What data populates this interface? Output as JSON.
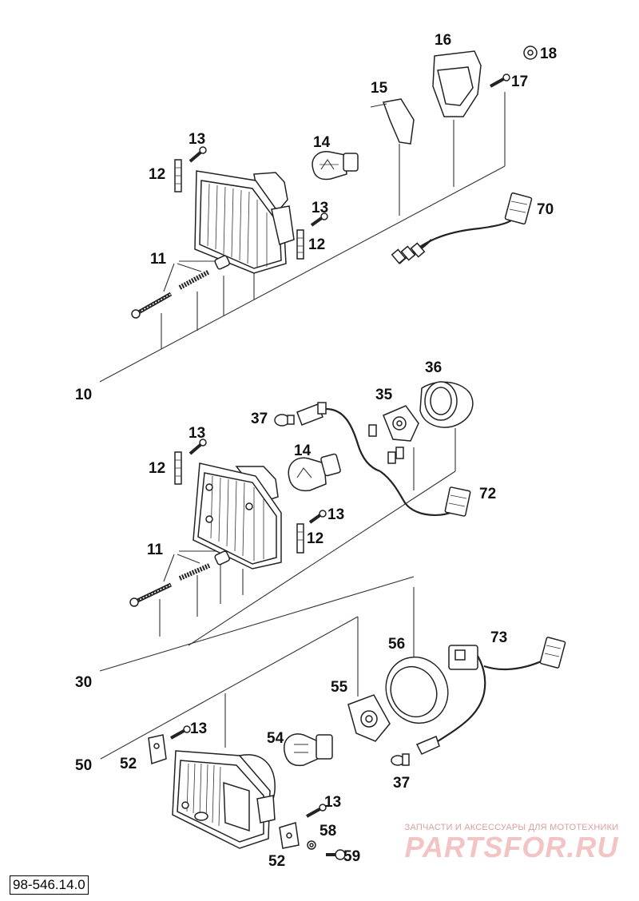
{
  "drawing": {
    "reference_code": "98-546.14.0",
    "watermark": {
      "line1": "ЗАПЧАСТИ И АКСЕССУАРЫ ДЛЯ МОТОТЕХНИКИ",
      "line2": "PARTSFOR.RU"
    }
  },
  "callouts": {
    "assembly_10": "10",
    "assembly_30": "30",
    "assembly_50": "50",
    "p11_a": "11",
    "p12_a": "12",
    "p12_b": "12",
    "p13_a": "13",
    "p13_b": "13",
    "p14_a": "14",
    "p15": "15",
    "p16": "16",
    "p17": "17",
    "p18": "18",
    "p70": "70",
    "p11_b": "11",
    "p12_c": "12",
    "p12_d": "12",
    "p13_c": "13",
    "p13_d": "13",
    "p14_b": "14",
    "p35": "35",
    "p36": "36",
    "p37_a": "37",
    "p72": "72",
    "p13_e": "13",
    "p13_f": "13",
    "p37_b": "37",
    "p52_a": "52",
    "p52_b": "52",
    "p54": "54",
    "p55": "55",
    "p56": "56",
    "p58": "58",
    "p59": "59",
    "p73": "73"
  }
}
